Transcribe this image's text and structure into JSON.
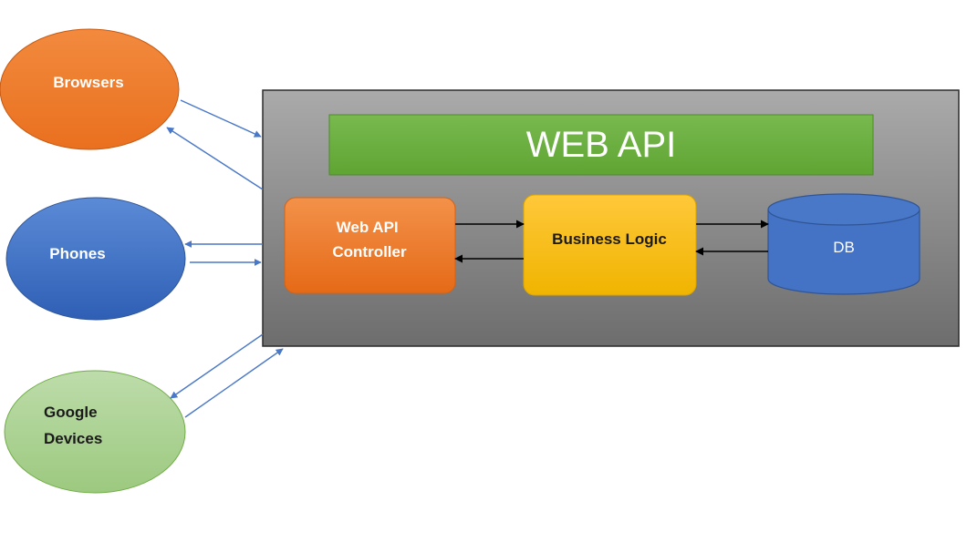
{
  "nodes": {
    "browsers": {
      "label": "Browsers",
      "color": "#ED7D31"
    },
    "phones": {
      "label": "Phones",
      "color": "#4472C4"
    },
    "google_devices": {
      "label_line1": "Google",
      "label_line2": "Devices",
      "color": "#A9D18E"
    }
  },
  "server": {
    "title": "WEB API",
    "controller": {
      "label_line1": "Web API",
      "label_line2": "Controller"
    },
    "business_logic": {
      "label": "Business Logic"
    },
    "db": {
      "label": "DB"
    }
  }
}
